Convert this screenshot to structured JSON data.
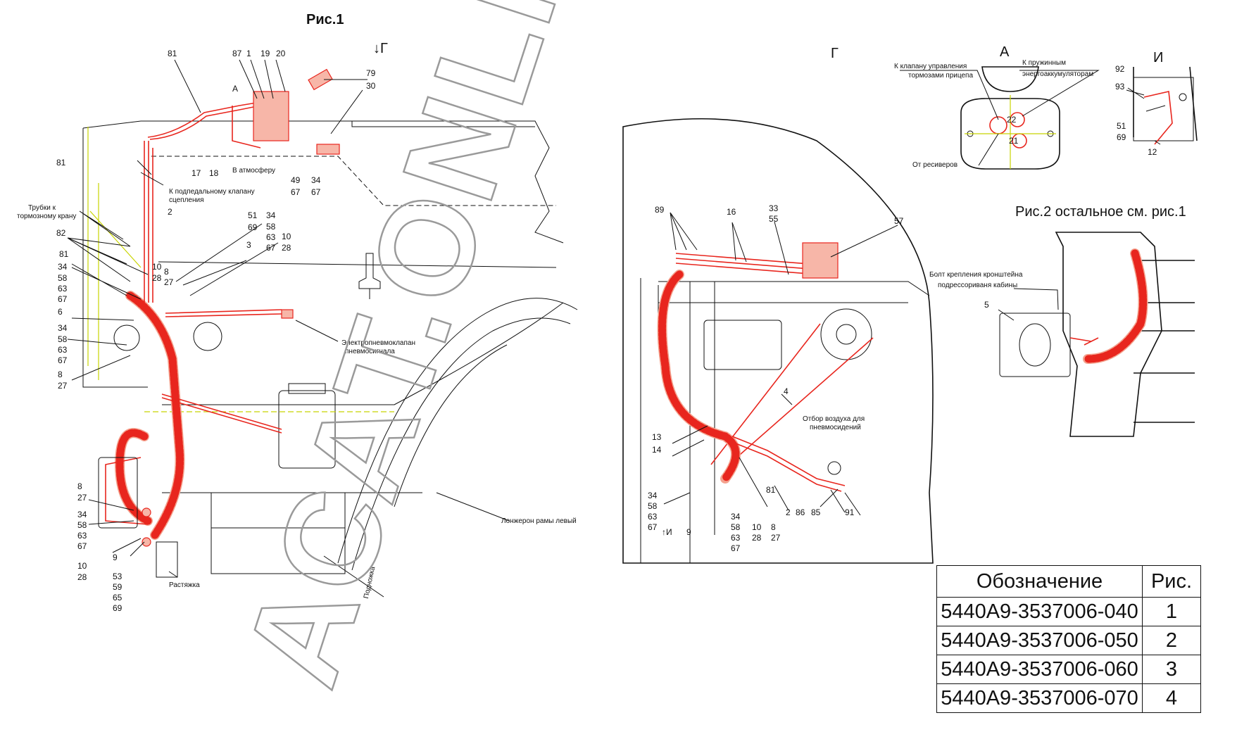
{
  "figure1": {
    "title": "Рис.1",
    "view_label": "↓Г",
    "callouts": {
      "c81a": "81",
      "c87": "87",
      "c1": "1",
      "c19": "19",
      "c20": "20",
      "c79": "79",
      "c30": "30",
      "c17": "17",
      "c18": "18",
      "c49": "49",
      "c67a": "67",
      "c34a": "34",
      "c67b": "67",
      "c81b": "81",
      "c2": "2",
      "c82": "82",
      "c81c": "81",
      "c51": "51",
      "c69": "69",
      "c34b": "34",
      "c58a": "58",
      "c63a": "63",
      "c67c": "67",
      "c10a": "10",
      "c28a": "28",
      "c3": "3",
      "c8a": "8",
      "c27a": "27",
      "c10b": "10",
      "c28b": "28",
      "c34c": "34",
      "c58b": "58",
      "c63b": "63",
      "c67d": "67",
      "c6": "6",
      "c34d": "34",
      "c58c": "58",
      "c63c": "63",
      "c67e": "67",
      "c8b": "8",
      "c27b": "27",
      "c8c": "8",
      "c27c": "27",
      "c34e": "34",
      "c58d": "58",
      "c63d": "63",
      "c67f": "67",
      "c9": "9",
      "c10c": "10",
      "c28c": "28",
      "c53": "53",
      "c59": "59",
      "c65": "65",
      "c69b": "69"
    },
    "notes": {
      "view_a": "А",
      "to_atmosphere": "В атмосферу",
      "clutch_valve_1": "К подпедальному клапану",
      "clutch_valve_2": "сцепления",
      "brake_tubes_1": "Трубки к",
      "brake_tubes_2": "тормозному крану",
      "solenoid_1": "Электропневмоклапан",
      "solenoid_2": "пневмосигнала",
      "frame_member": "Лонжерон рамы левый",
      "step": "Подножка",
      "brace": "Растяжка"
    }
  },
  "viewG": {
    "title": "Г",
    "callouts": {
      "c89": "89",
      "c16": "16",
      "c33": "33",
      "c55": "55",
      "c57": "57",
      "c4": "4",
      "c13": "13",
      "c14": "14",
      "c34": "34",
      "c58": "58",
      "c63": "63",
      "c67": "67",
      "c9": "9",
      "c34b": "34",
      "c58b": "58",
      "c63b": "63",
      "c67b": "67",
      "c10": "10",
      "c28": "28",
      "c8": "8",
      "c27": "27",
      "c81": "81",
      "c2": "2",
      "c86": "86",
      "c85": "85",
      "c91": "91",
      "view_i": "↑И"
    },
    "notes": {
      "air_take_1": "Отбор воздуха для",
      "air_take_2": "пневмосидений"
    }
  },
  "viewA": {
    "title": "А",
    "trailer_1": "К клапану управления",
    "trailer_2": "тормозами прицепа",
    "spring_1": "К пружинным",
    "spring_2": "энергоаккумуляторам",
    "receivers": "От ресиверов",
    "c22": "22",
    "c21": "21"
  },
  "viewI": {
    "title": "И",
    "c92": "92",
    "c93": "93",
    "c51": "51",
    "c69": "69",
    "c12": "12"
  },
  "figure2": {
    "title": "Рис.2 остальное см. рис.1",
    "bolt_1": "Болт крепления кронштейна",
    "bolt_2": "подрессориваня кабины",
    "c5": "5"
  },
  "watermark": "АСАТ.ONLINE",
  "designations": {
    "header_designation": "Обозначение",
    "header_fig": "Рис.",
    "rows": [
      {
        "code": "5440А9-3537006-040",
        "fig": "1"
      },
      {
        "code": "5440А9-3537006-050",
        "fig": "2"
      },
      {
        "code": "5440А9-3537006-060",
        "fig": "3"
      },
      {
        "code": "5440А9-3537006-070",
        "fig": "4"
      }
    ]
  },
  "colors": {
    "pipe": "#e8261e",
    "hose_fill": "#f4a28e",
    "guide": "#c8d400",
    "ink": "#111111",
    "watermark": "#9a9a9a"
  }
}
